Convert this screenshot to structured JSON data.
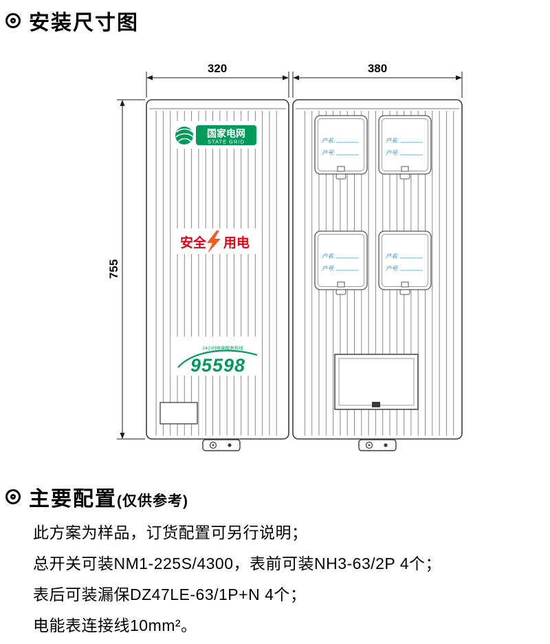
{
  "header": {
    "title": "安装尺寸图"
  },
  "diagram": {
    "dim_left_width": "320",
    "dim_right_width": "380",
    "dim_height": "755",
    "left_box": {
      "brand_cn": "国家电网",
      "brand_en": "STATE GRID",
      "slogan_left": "安全",
      "slogan_right": "用电",
      "hotline_tagline": "24小时供电服务热线",
      "hotline_number": "95598"
    },
    "meter_window": {
      "name_label": "户名:",
      "id_label": "户号:"
    },
    "colors": {
      "brand_green": "#009a5b",
      "slogan_red": "#e60012",
      "label_blue": "#2e9bd6",
      "bolt_orange": "#f15a24"
    }
  },
  "config": {
    "title": "主要配置",
    "title_note": "(仅供参考)",
    "lines": [
      "此方案为样品，订货配置可另行说明；",
      "总开关可装NM1-225S/4300，表前可装NH3-63/2P 4个；",
      "表后可装漏保DZ47LE-63/1P+N 4个；",
      "电能表连接线10mm²。"
    ]
  }
}
